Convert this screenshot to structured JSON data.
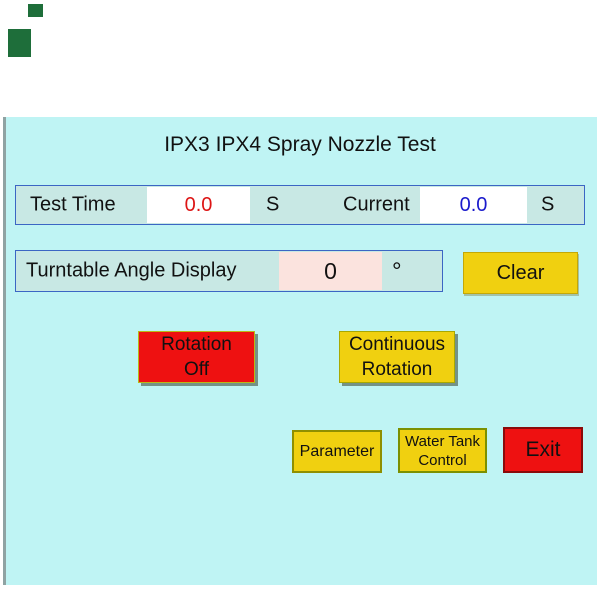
{
  "colors": {
    "page_bg": "#ffffff",
    "panel_bg": "#bff4f4",
    "panel_border": "#8fa3a3",
    "row_bg": "#c8e8e4",
    "row_border": "#3b66c4",
    "value_bg": "#ffffff",
    "angle_value_bg": "#fbe3de",
    "button_yellow": "#f0d010",
    "button_yellow_border": "#8f8f00",
    "button_red": "#ee1111",
    "button_red_border": "#8a0a0a",
    "test_time_value_color": "#dd1515",
    "current_value_color": "#1a1acc",
    "text_color": "#111111",
    "shadow_color": "rgba(55,65,45,0.55)",
    "desktop_icon_green": "#1e6e3a"
  },
  "header": {
    "title": "IPX3 IPX4 Spray Nozzle Test"
  },
  "time_row": {
    "test_time_label": "Test Time",
    "test_time_value": "0.0",
    "test_time_unit": "S",
    "current_label": "Current",
    "current_value": "0.0",
    "current_unit": "S"
  },
  "angle_row": {
    "label": "Turntable Angle Display",
    "value": "0",
    "unit": "°",
    "clear_label": "Clear"
  },
  "controls": {
    "rotation_off": {
      "line1": "Rotation",
      "line2": "Off"
    },
    "continuous_rotation": {
      "line1": "Continuous",
      "line2": "Rotation"
    }
  },
  "footer": {
    "parameter_label": "Parameter",
    "water_tank": {
      "line1": "Water Tank",
      "line2": "Control"
    },
    "exit_label": "Exit"
  }
}
